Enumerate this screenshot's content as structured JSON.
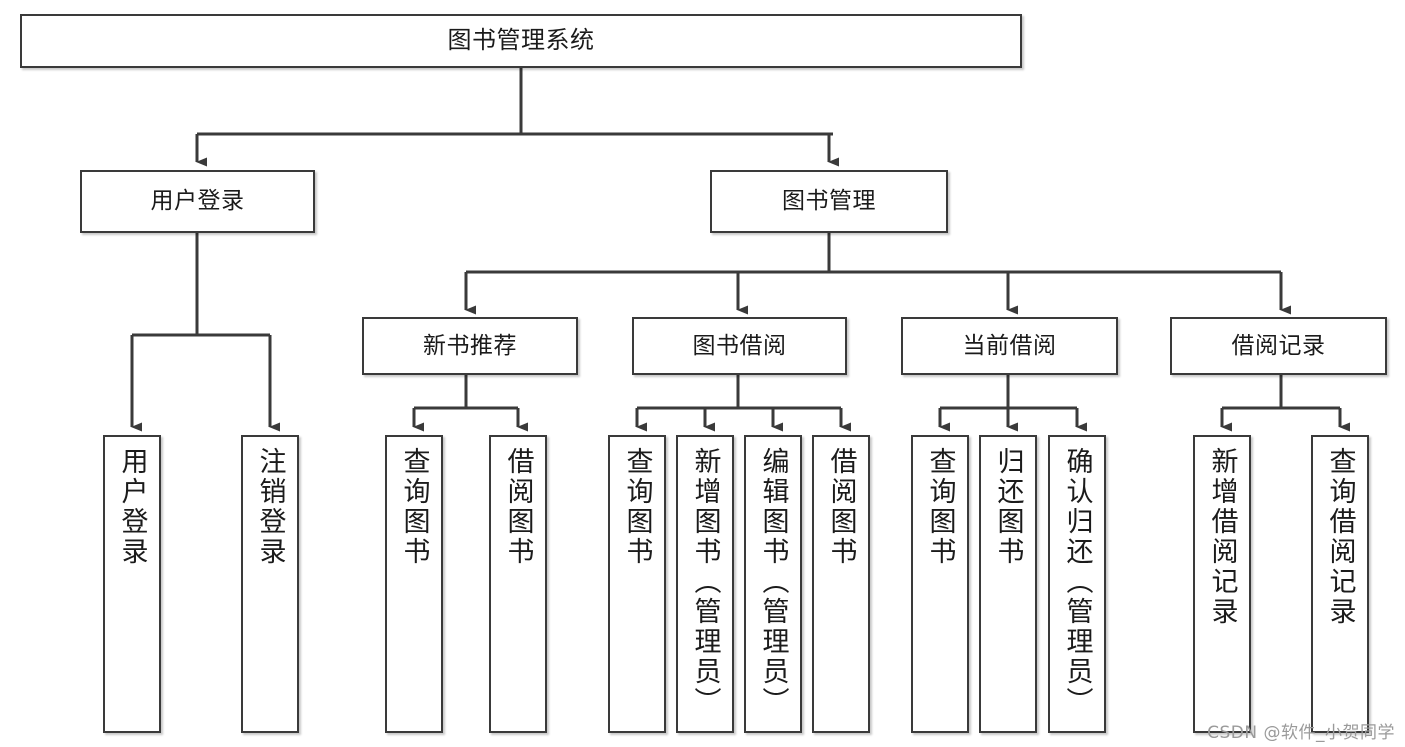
{
  "diagram": {
    "title": "图书管理系统",
    "watermark": "CSDN @软件_小贺同学",
    "stroke_color": "#3a3a3a",
    "box_fill": "#ffffff",
    "text_color": "#1b1b1b"
  },
  "nodes": {
    "root": {
      "label": "图书管理系统"
    },
    "tier1": [
      {
        "label": "用户登录"
      },
      {
        "label": "图书管理"
      }
    ],
    "tier2": [
      {
        "label": "新书推荐"
      },
      {
        "label": "图书借阅"
      },
      {
        "label": "当前借阅"
      },
      {
        "label": "借阅记录"
      }
    ],
    "leaves": {
      "user_login": [
        {
          "label": "用户登录"
        },
        {
          "label": "注销登录"
        }
      ],
      "new_book_recommend": [
        {
          "label": "查询图书"
        },
        {
          "label": "借阅图书"
        }
      ],
      "book_borrow": [
        {
          "label": "查询图书"
        },
        {
          "label": "新增图书（管理员）"
        },
        {
          "label": "编辑图书（管理员）"
        },
        {
          "label": "借阅图书"
        }
      ],
      "current_borrow": [
        {
          "label": "查询图书"
        },
        {
          "label": "归还图书"
        },
        {
          "label": "确认归还（管理员）"
        }
      ],
      "borrow_record": [
        {
          "label": "新增借阅记录"
        },
        {
          "label": "查询借阅记录"
        }
      ]
    }
  },
  "chart_data": {
    "type": "table",
    "title": "图书管理系统 功能结构图",
    "hierarchy": {
      "name": "图书管理系统",
      "children": [
        {
          "name": "用户登录",
          "children": [
            {
              "name": "用户登录"
            },
            {
              "name": "注销登录"
            }
          ]
        },
        {
          "name": "图书管理",
          "children": [
            {
              "name": "新书推荐",
              "children": [
                {
                  "name": "查询图书"
                },
                {
                  "name": "借阅图书"
                }
              ]
            },
            {
              "name": "图书借阅",
              "children": [
                {
                  "name": "查询图书"
                },
                {
                  "name": "新增图书（管理员）"
                },
                {
                  "name": "编辑图书（管理员）"
                },
                {
                  "name": "借阅图书"
                }
              ]
            },
            {
              "name": "当前借阅",
              "children": [
                {
                  "name": "查询图书"
                },
                {
                  "name": "归还图书"
                },
                {
                  "name": "确认归还（管理员）"
                }
              ]
            },
            {
              "name": "借阅记录",
              "children": [
                {
                  "name": "新增借阅记录"
                },
                {
                  "name": "查询借阅记录"
                }
              ]
            }
          ]
        }
      ]
    }
  }
}
